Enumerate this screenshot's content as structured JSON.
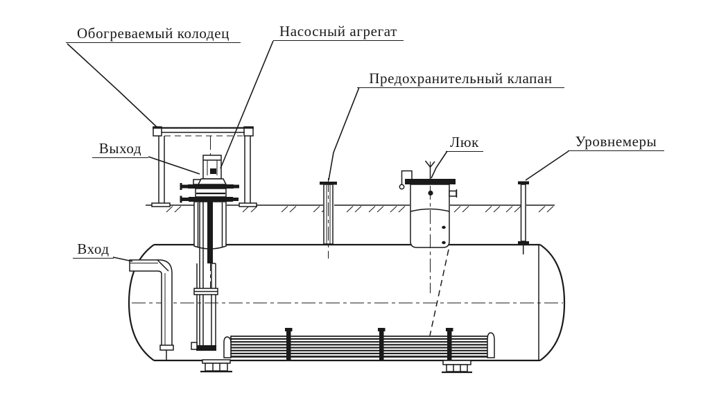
{
  "diagram": {
    "colors": {
      "ink": "#1a1a1a",
      "paper": "#ffffff"
    },
    "labels": {
      "heated_well": "Обогреваемый колодец",
      "pump_unit": "Насосный агрегат",
      "safety_valve": "Предохранительный клапан",
      "manhole": "Люк",
      "level_gauges": "Уровнемеры",
      "outlet": "Выход",
      "inlet": "Вход"
    }
  }
}
